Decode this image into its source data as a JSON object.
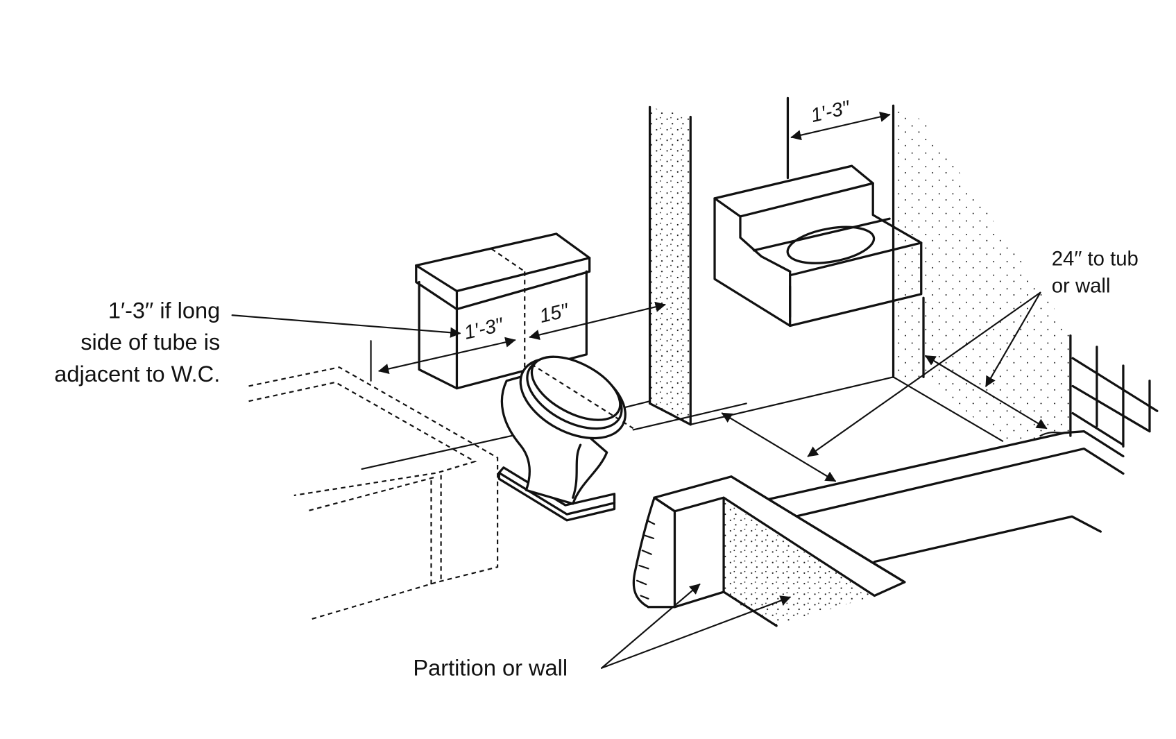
{
  "figure": {
    "title": "Bathroom fixture clearance diagram",
    "labels": {
      "tub_note_line1": "1′-3′′ if long",
      "tub_note_line2": "side of tube is",
      "tub_note_line3": "adjacent to W.C.",
      "tub_or_wall_line1": "24′′ to tub",
      "tub_or_wall_line2": "or wall",
      "partition": "Partition or wall"
    },
    "dimensions": {
      "sink_to_wall": "1′-3′′",
      "wc_center_to_tub": "1′-3′′",
      "wc_center_to_wall": "15′′"
    },
    "colors": {
      "ink": "#111111",
      "background": "#ffffff"
    }
  }
}
